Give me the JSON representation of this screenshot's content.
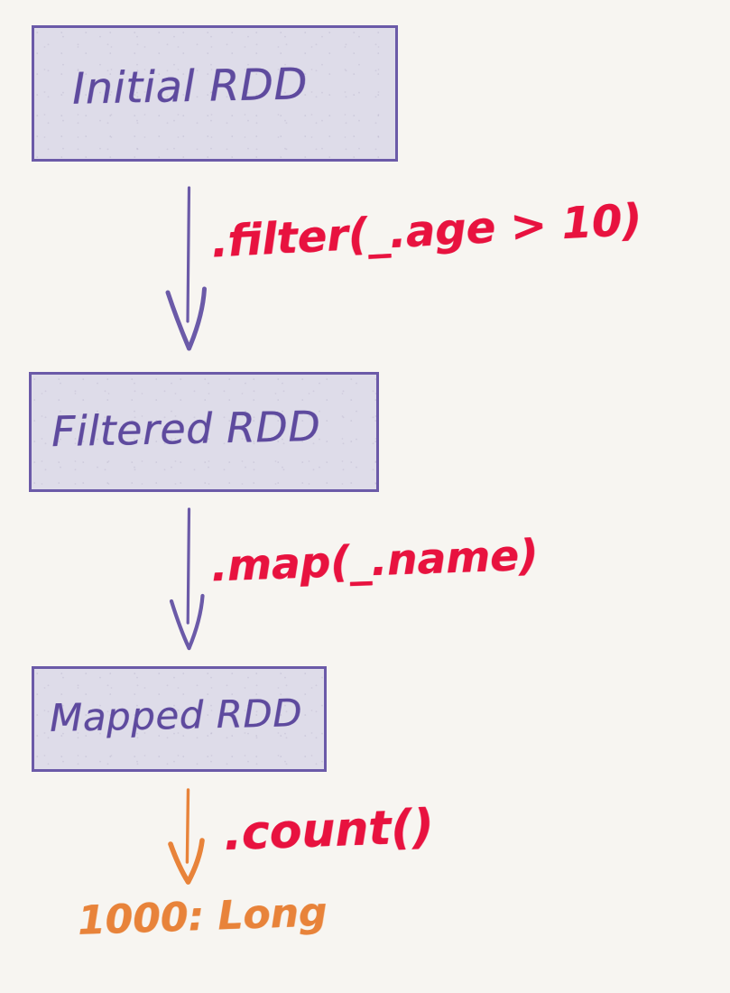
{
  "diagram": {
    "title": "Spark RDD lineage diagram",
    "style": "hand-drawn whiteboard sketch",
    "background_color": "#f7f5f1",
    "palette": {
      "box_fill": "#dedce9",
      "box_border": "#6b5aa8",
      "handwriting_purple": "#5e4a9e",
      "transformation_red": "#e8123f",
      "action_orange": "#e8833a"
    },
    "nodes": [
      {
        "id": "initial",
        "label": "Initial RDD"
      },
      {
        "id": "filtered",
        "label": "Filtered RDD"
      },
      {
        "id": "mapped",
        "label": "Mapped RDD"
      }
    ],
    "edges": [
      {
        "id": "filter",
        "label": ".filter(_.age > 10)",
        "color": "#e8123f",
        "arrow_color": "#5e4a9e"
      },
      {
        "id": "map",
        "label": ".map(_.name)",
        "color": "#e8123f",
        "arrow_color": "#5e4a9e"
      },
      {
        "id": "count",
        "label": ".count()",
        "color": "#e8123f",
        "arrow_color": "#e8833a"
      }
    ],
    "result": {
      "label": "1000: Long",
      "value": "1000",
      "type": "Long"
    }
  }
}
